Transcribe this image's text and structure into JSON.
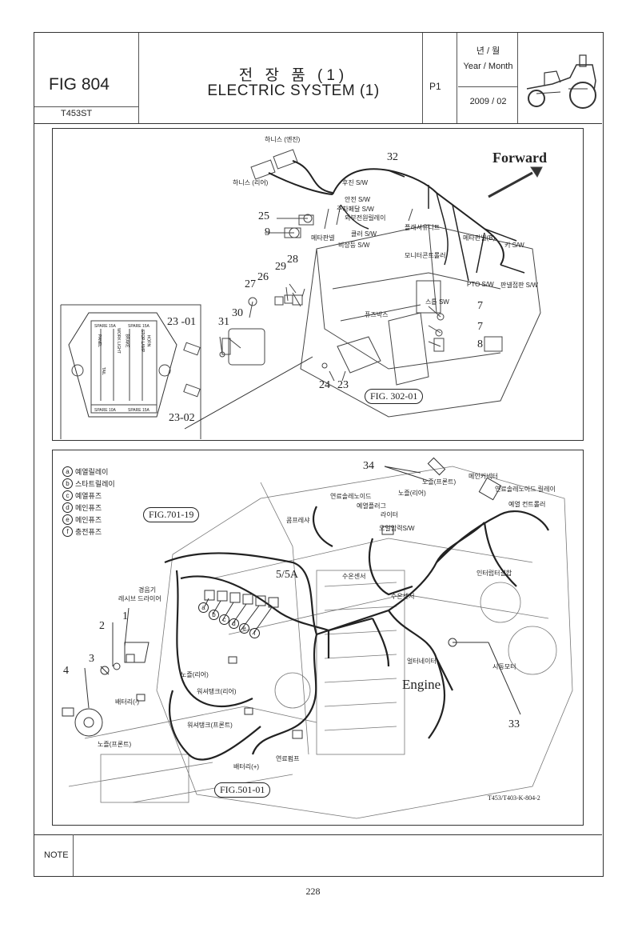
{
  "header": {
    "fig_no": "FIG 804",
    "model": "T453ST",
    "title_kr": "전 장 품 (1)",
    "title_en": "ELECTRIC SYSTEM (1)",
    "page_code": "P1",
    "year_month_kr": "년 / 월",
    "year_month_en": "Year / Month",
    "date": "2009 / 02"
  },
  "panel1": {
    "forward": "Forward",
    "fig_ref": "FIG. 302-01",
    "numbers": [
      "32",
      "25",
      "9",
      "29",
      "28",
      "26",
      "27",
      "30",
      "31",
      "23 -01",
      "23-02",
      "24",
      "23",
      "7",
      "7",
      "8"
    ],
    "labels": [
      "하니스 (엔진)",
      "하니스 (리어)",
      "후진 S/W",
      "안전 S/W",
      "주차페달 S/W",
      "외부전원릴레이",
      "메타판넬",
      "플래셔유니트",
      "비상등 S/W",
      "클러 S/W",
      "메타판넬(B)",
      "키 S/W",
      "모니터콘트롤러",
      "PTO S/W",
      "판넬접판 S/W",
      "스톱 SW",
      "퓨즈박스"
    ],
    "fusebox": [
      "SPARE 15A",
      "SPARE 15A",
      "PANEL",
      "TAIL",
      "WORK LIGHT",
      "BRAKE",
      "STOP LAMP",
      "HORN",
      "SPARE 10A",
      "SPARE 15A"
    ]
  },
  "panel2": {
    "legend": [
      {
        "key": "a",
        "text": "예열릴레이"
      },
      {
        "key": "b",
        "text": "스타트릴레이"
      },
      {
        "key": "c",
        "text": "예열퓨즈"
      },
      {
        "key": "d",
        "text": "메인퓨즈"
      },
      {
        "key": "e",
        "text": "메인퓨즈"
      },
      {
        "key": "f",
        "text": "충전퓨즈"
      }
    ],
    "fig_ref_top": "FIG.701-19",
    "fig_ref_bottom": "FIG.501-01",
    "engine": "Engine",
    "numbers": [
      "34",
      "5/5A",
      "1",
      "2",
      "3",
      "4",
      "33"
    ],
    "labels": [
      "노즐(프론트)",
      "메인커넥터",
      "연료솔레노이드",
      "노즐(리어)",
      "연료솔레노이드 릴레이",
      "예열플러그",
      "예열 컨트롤러",
      "콤프레샤",
      "라이터",
      "오일압력S/W",
      "수온센서",
      "인터럽터결합",
      "경음기",
      "레시브 드라이어",
      "수온센서",
      "얼터네이터",
      "시동모터",
      "노즐(리어)",
      "워셔탱크(리어)",
      "배터리(-)",
      "워셔탱크(프론트)",
      "노즐(프론트)",
      "배터리(+)",
      "연료펌프"
    ],
    "legend_circles": [
      "a",
      "b",
      "c",
      "d",
      "e",
      "f"
    ]
  },
  "footer": {
    "code": "T453/T403-K-804-2",
    "note": "NOTE",
    "page": "228"
  }
}
